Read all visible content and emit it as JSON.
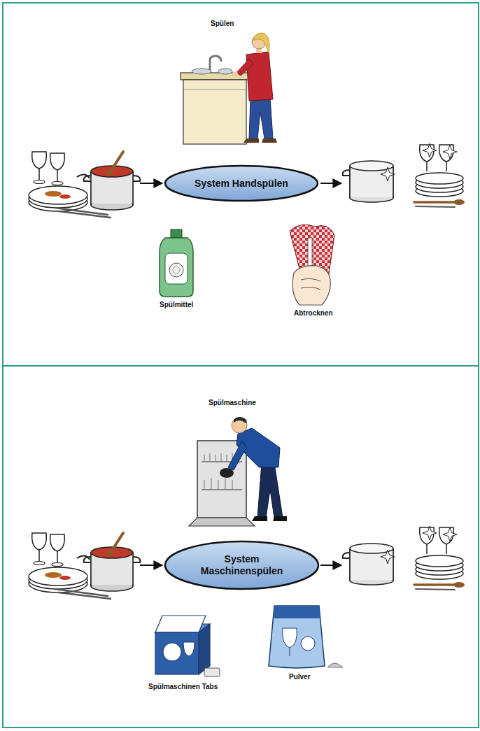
{
  "diagram": {
    "nodes": [
      {
        "text": [
          "System Handspülen"
        ]
      },
      {
        "text": [
          "System Maschinenspülen"
        ]
      }
    ],
    "labels": [
      "Spülen",
      "Spülmittel",
      "Abtrocknen",
      "Spülmaschine",
      "Spülmaschinen Tabs",
      "Pulver"
    ]
  }
}
